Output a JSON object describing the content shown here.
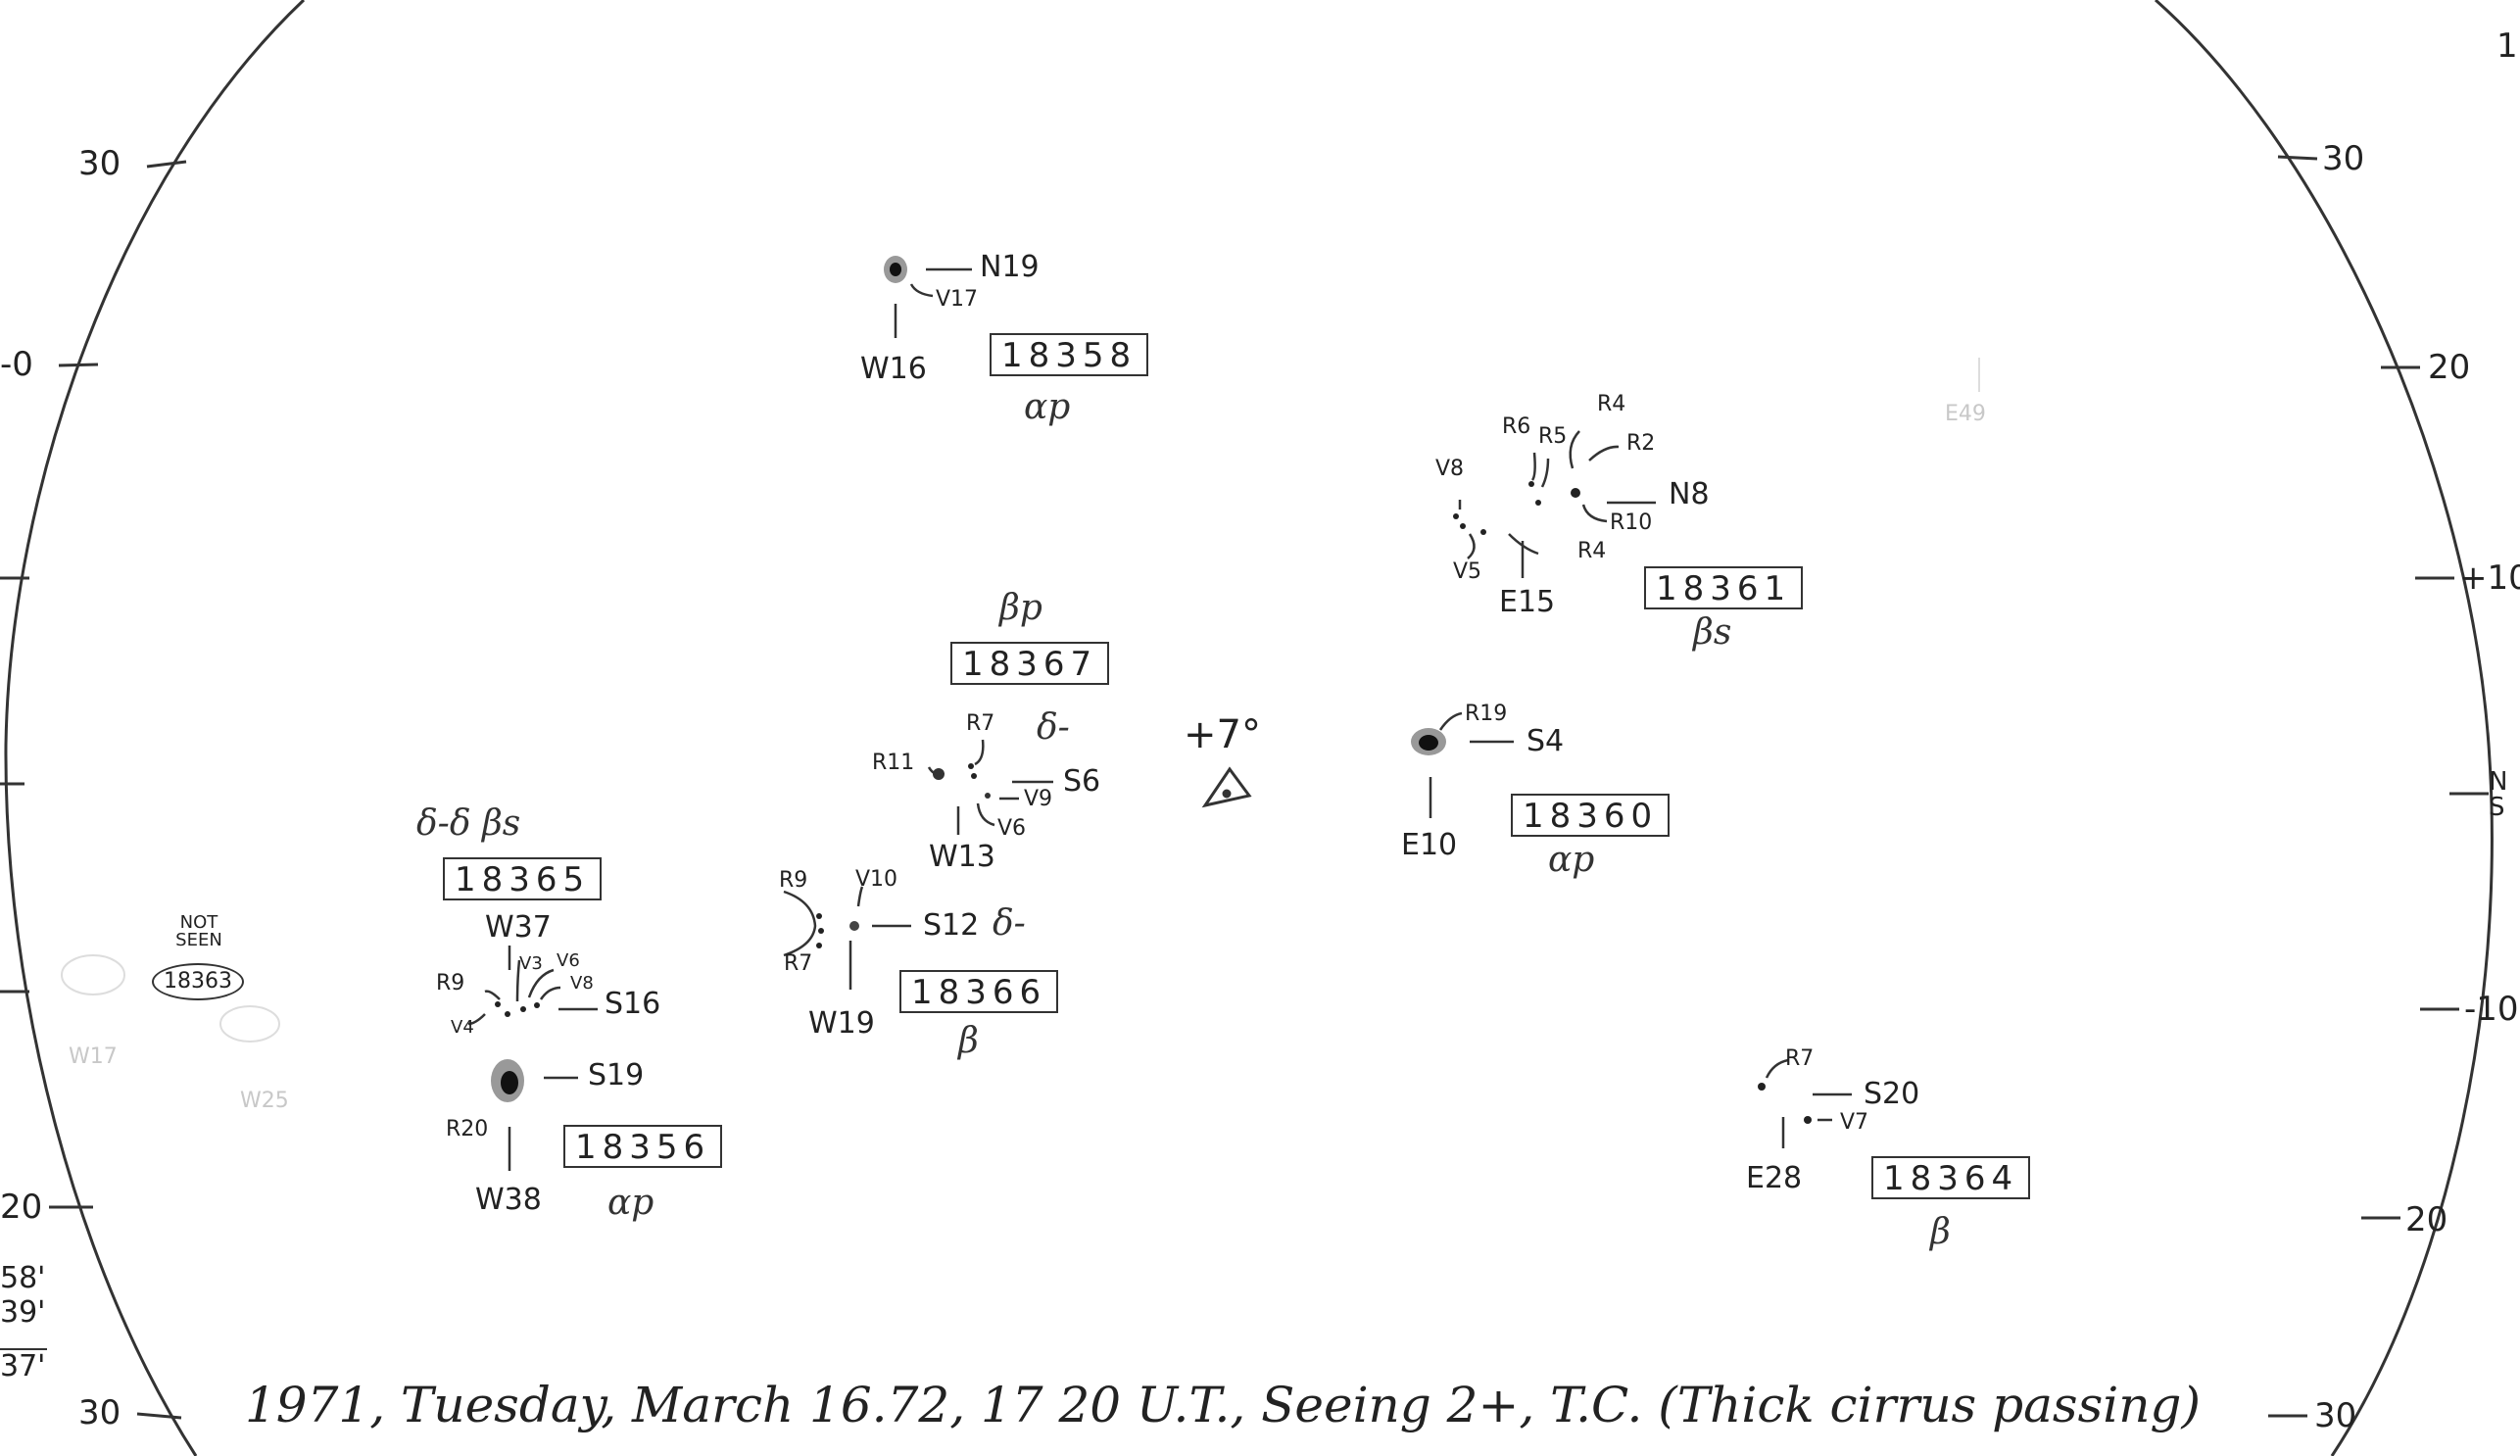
{
  "footer": {
    "date": "1971, Tuesday, March 16.72, 17 20 U.T., Seeing 2+, T.C. (Thick cirrus passing)"
  },
  "scale_left": {
    "t30_top": "30",
    "t20_top": "-0",
    "t20_bot": "20",
    "t30_bot": "30",
    "notes": [
      "58'",
      "39'",
      "37'"
    ]
  },
  "scale_right": {
    "t30_top": "30",
    "t20_top": "20",
    "t10_top": "+10",
    "ns": "N S",
    "t10_bot": "-10",
    "t20_bot": "20",
    "t30_bot": "30",
    "corner": "1"
  },
  "regions": {
    "r18358": {
      "number": "18358",
      "class": "αp",
      "lat": "N19",
      "lon": "W16",
      "sub": "V17"
    },
    "r18367": {
      "number": "18367",
      "class": "βp",
      "lat": "S6",
      "lon": "W13",
      "notes": [
        "R7",
        "R11",
        "V9",
        "V6",
        "δ-"
      ]
    },
    "r18361": {
      "number": "18361",
      "class": "βs",
      "lat": "N8",
      "lon": "E15",
      "notes": [
        "V8",
        "R6",
        "R5",
        "R4",
        "R2",
        "R10",
        "R4",
        "V5"
      ]
    },
    "r18360": {
      "number": "18360",
      "class": "αp",
      "lat": "S4",
      "lon": "E10",
      "sub": "R19"
    },
    "r18365": {
      "number": "18365",
      "class": "δ-δ βs",
      "lat": "S16",
      "lon": "W37",
      "notes": [
        "V3",
        "V6",
        "V8",
        "R9",
        "V4"
      ]
    },
    "r18366": {
      "number": "18366",
      "class": "β",
      "lat": "S12",
      "lon": "W19",
      "notes": [
        "R9",
        "V10",
        "R7",
        "δ-"
      ]
    },
    "r18356": {
      "number": "18356",
      "class": "αp",
      "lat": "S19",
      "lon": "W38",
      "sub": "R20"
    },
    "r18364": {
      "number": "18364",
      "class": "β",
      "lat": "S20",
      "lon": "E28",
      "notes": [
        "R7",
        "V7"
      ]
    },
    "r18363": {
      "number": "18363",
      "status": "NOT SEEN"
    }
  },
  "center": {
    "angle": "+7°"
  },
  "faint": {
    "left_ghost": [
      "W17",
      "W25"
    ],
    "right_ghost": [
      "E49"
    ]
  }
}
